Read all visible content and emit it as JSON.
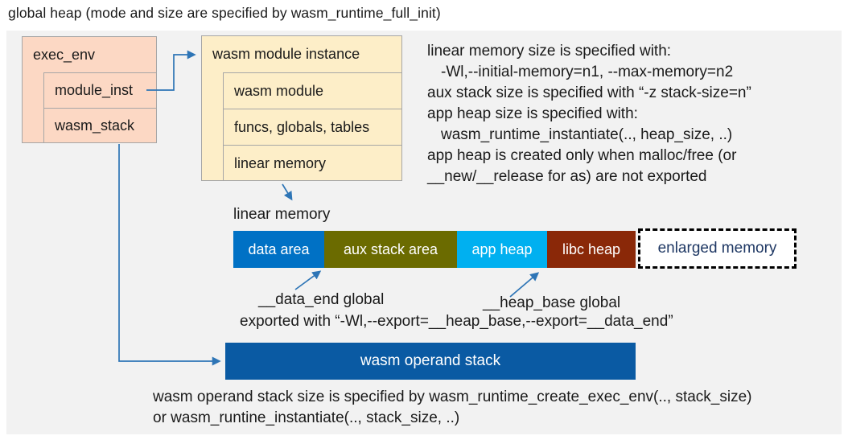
{
  "title": "global heap (mode and size are specified by wasm_runtime_full_init)",
  "exec_env": {
    "header": "exec_env",
    "rows": [
      "module_inst",
      "wasm_stack"
    ]
  },
  "module_instance": {
    "header": "wasm module instance",
    "rows": [
      "wasm module",
      "funcs, globals, tables",
      "linear memory"
    ]
  },
  "notes_top": {
    "lines": [
      "linear memory size is specified with:",
      "-Wl,--initial-memory=n1, --max-memory=n2",
      "aux stack size is specified with “-z stack-size=n”",
      "app heap size is specified with:",
      "wasm_runtime_instantiate(.., heap_size, ..)",
      "app heap is created only when malloc/free (or",
      "__new/__release for as) are not exported"
    ]
  },
  "linear_memory": {
    "label": "linear memory",
    "segments": [
      {
        "label": "data area",
        "color": "#0071c5",
        "text_color": "#ffffff"
      },
      {
        "label": "aux stack area",
        "color": "#6b6b00",
        "text_color": "#ffffff"
      },
      {
        "label": "app heap",
        "color": "#00b0f0",
        "text_color": "#ffffff"
      },
      {
        "label": "libc heap",
        "color": "#8a2808",
        "text_color": "#ffffff"
      },
      {
        "label": "enlarged memory",
        "color": "#ffffff",
        "text_color": "#1f3864",
        "style": "dashed"
      }
    ]
  },
  "annotations": {
    "data_end_label": "__data_end global",
    "heap_base_label": "__heap_base global",
    "export_line": "exported with “-Wl,--export=__heap_base,--export=__data_end”"
  },
  "operand_stack": {
    "label": "wasm operand stack",
    "color": "#0a5aa3"
  },
  "notes_bottom": {
    "lines": [
      "wasm operand stack size is specified by wasm_runtime_create_exec_env(.., stack_size)",
      "or wasm_runtine_instantiate(.., stack_size, ..)"
    ]
  },
  "colors": {
    "panel_bg": "#f2f2f2",
    "exec_env_fill": "#fcd8c4",
    "module_instance_fill": "#fdeec8",
    "box_border": "#a6a6a6",
    "arrow": "#2e75b6"
  }
}
